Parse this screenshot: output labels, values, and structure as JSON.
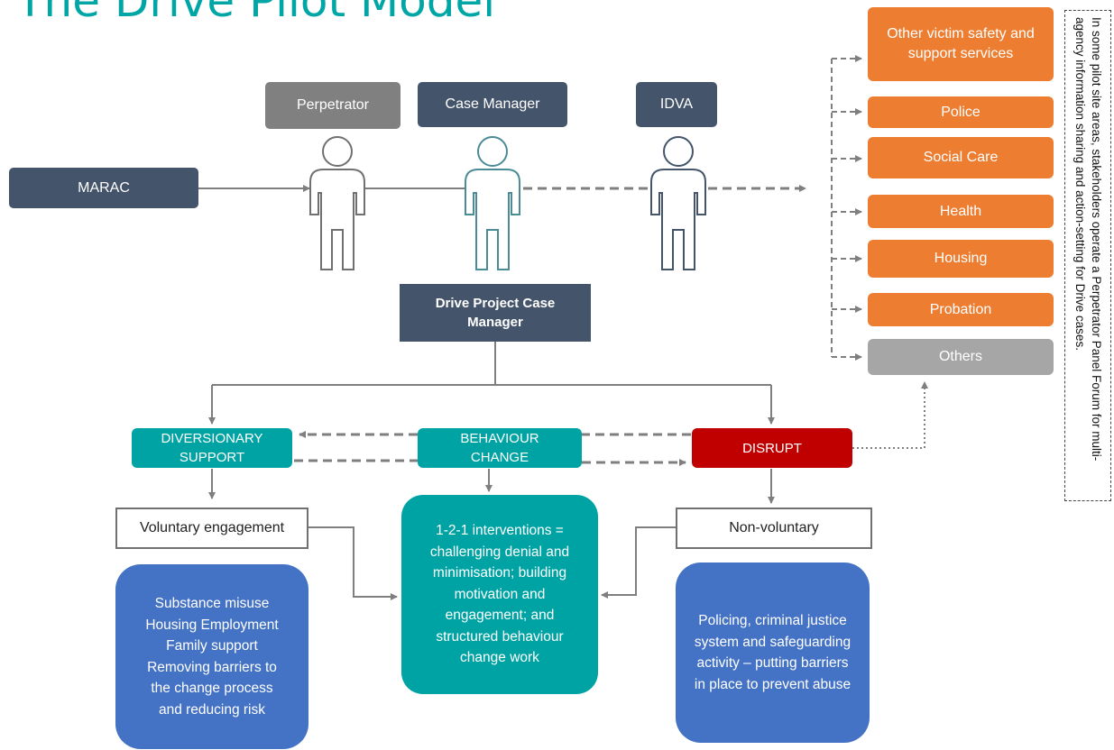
{
  "title": "The Drive Pilot Model",
  "side_note": "In some pilot site areas, stakeholders operate a Perpetrator Panel Forum for multi-agency information sharing and action-setting for Drive cases.",
  "nodes": {
    "marac": "MARAC",
    "perpetrator": "Perpetrator",
    "case_manager": "Case Manager",
    "idva": "IDVA",
    "drive_manager": "Drive Project Case Manager",
    "diversionary": "DIVERSIONARY SUPPORT",
    "behaviour": "BEHAVIOUR CHANGE",
    "disrupt": "DISRUPT",
    "voluntary": "Voluntary engagement",
    "non_voluntary": "Non-voluntary",
    "voluntary_detail": "Substance misuse Housing Employment Family support Removing barriers to the change process and reducing risk",
    "interventions_detail": "1-2-1 interventions = challenging denial and minimisation; building motivation and engagement; and structured behaviour change work",
    "nonvoluntary_detail": "Policing, criminal justice system and safeguarding activity – putting barriers in place to prevent abuse"
  },
  "services": [
    "Other victim safety and support services",
    "Police",
    "Social Care",
    "Health",
    "Housing",
    "Probation",
    "Others"
  ],
  "colors": {
    "title": "#00a6a6",
    "dark_box": "#44546a",
    "grey_box": "#808080",
    "orange": "#ed7d31",
    "teal": "#00a3a3",
    "blue": "#4472c4",
    "red": "#c00000",
    "person_grey": "#707070",
    "person_teal": "#4a8c96",
    "person_slate": "#44546a"
  },
  "icons": [
    "person-icon"
  ]
}
